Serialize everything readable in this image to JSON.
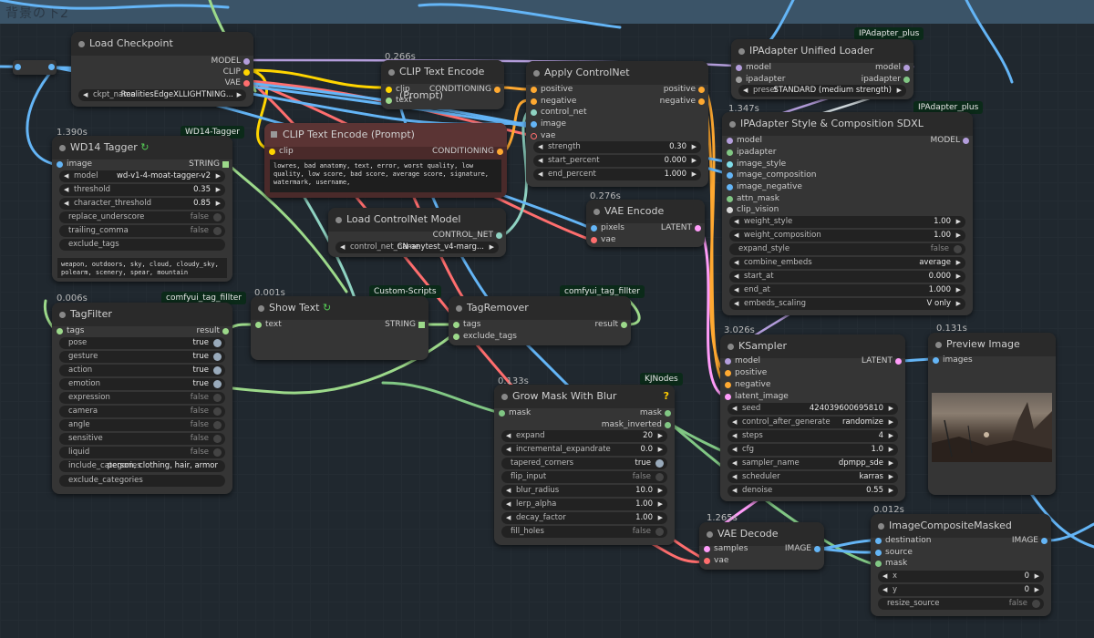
{
  "group": {
    "title": "背景の下2"
  },
  "nodes": {
    "load_checkpoint": {
      "title": "Load Checkpoint",
      "outputs": [
        "MODEL",
        "CLIP",
        "VAE"
      ],
      "ckpt_label": "ckpt_name",
      "ckpt_value": "RealitiesEdgeXLLIGHTNING..."
    },
    "clip_text_encode_1": {
      "time": "0.266s",
      "title": "CLIP Text Encode (Prompt)",
      "in_clip": "clip",
      "in_text": "text",
      "out": "CONDITIONING"
    },
    "clip_text_encode_2": {
      "title": "CLIP Text Encode (Prompt)",
      "in_clip": "clip",
      "out": "CONDITIONING",
      "text": "lowres, bad anatomy, text, error, worst quality, low quality, low score, bad score, average score, signature, watermark, username,"
    },
    "apply_controlnet": {
      "title": "Apply ControlNet",
      "inputs": [
        "positive",
        "negative",
        "control_net",
        "image",
        "vae"
      ],
      "outputs": [
        "positive",
        "negative"
      ],
      "widgets": [
        {
          "name": "strength",
          "value": "0.30"
        },
        {
          "name": "start_percent",
          "value": "0.000"
        },
        {
          "name": "end_percent",
          "value": "1.000"
        }
      ]
    },
    "ipadapter_loader": {
      "badge": "IPAdapter_plus",
      "title": "IPAdapter Unified Loader",
      "inputs": [
        "model",
        "ipadapter"
      ],
      "outputs": [
        "model",
        "ipadapter"
      ],
      "preset_label": "preset",
      "preset_value": "STANDARD (medium strength)"
    },
    "ipadapter_style": {
      "time": "1.347s",
      "badge": "IPAdapter_plus",
      "title": "IPAdapter Style & Composition SDXL",
      "inputs": [
        "model",
        "ipadapter",
        "image_style",
        "image_composition",
        "image_negative",
        "attn_mask",
        "clip_vision"
      ],
      "out": "MODEL",
      "widgets": [
        {
          "name": "weight_style",
          "value": "1.00"
        },
        {
          "name": "weight_composition",
          "value": "1.00"
        },
        {
          "name": "expand_style",
          "value": "false",
          "toggle": true
        },
        {
          "name": "combine_embeds",
          "value": "average"
        },
        {
          "name": "start_at",
          "value": "0.000"
        },
        {
          "name": "end_at",
          "value": "1.000"
        },
        {
          "name": "embeds_scaling",
          "value": "V only"
        }
      ]
    },
    "wd14_tagger": {
      "time": "1.390s",
      "badge": "WD14-Tagger",
      "title": "WD14 Tagger",
      "in_image": "image",
      "out": "STRING",
      "widgets": [
        {
          "name": "model",
          "value": "wd-v1-4-moat-tagger-v2"
        },
        {
          "name": "threshold",
          "value": "0.35"
        },
        {
          "name": "character_threshold",
          "value": "0.85"
        },
        {
          "name": "replace_underscore",
          "value": "false",
          "toggle": true
        },
        {
          "name": "trailing_comma",
          "value": "false",
          "toggle": true
        },
        {
          "name": "exclude_tags",
          "value": "",
          "text": true
        }
      ],
      "tags_text": "weapon, outdoors, sky, cloud, cloudy_sky, polearm, scenery, spear, mountain"
    },
    "load_controlnet": {
      "title": "Load ControlNet Model",
      "out": "CONTROL_NET",
      "name_label": "control_net_name",
      "name_value": "CN-anytest_v4-marg..."
    },
    "vae_encode": {
      "time": "0.276s",
      "title": "VAE Encode",
      "inputs": [
        "pixels",
        "vae"
      ],
      "out": "LATENT"
    },
    "tag_filter": {
      "time": "0.006s",
      "badge": "comfyui_tag_fillter",
      "title": "TagFilter",
      "in_tags": "tags",
      "out": "result",
      "widgets": [
        {
          "name": "pose",
          "value": "true",
          "on": true
        },
        {
          "name": "gesture",
          "value": "true",
          "on": true
        },
        {
          "name": "action",
          "value": "true",
          "on": true
        },
        {
          "name": "emotion",
          "value": "true",
          "on": true
        },
        {
          "name": "expression",
          "value": "false"
        },
        {
          "name": "camera",
          "value": "false"
        },
        {
          "name": "angle",
          "value": "false"
        },
        {
          "name": "sensitive",
          "value": "false"
        },
        {
          "name": "liquid",
          "value": "false"
        }
      ],
      "include_label": "include_categories",
      "include_value": "person, clothing, hair, armor",
      "exclude_label": "exclude_categories"
    },
    "show_text": {
      "time": "0.001s",
      "badge": "Custom-Scripts",
      "title": "Show Text",
      "in_text": "text",
      "out": "STRING"
    },
    "tag_remover": {
      "badge": "comfyui_tag_fillter",
      "title": "TagRemover",
      "inputs": [
        "tags",
        "exclude_tags"
      ],
      "out": "result"
    },
    "grow_mask": {
      "time": "0.133s",
      "badge": "KJNodes",
      "title": "Grow Mask With Blur",
      "in_mask": "mask",
      "outputs": [
        "mask",
        "mask_inverted"
      ],
      "widgets": [
        {
          "name": "expand",
          "value": "20"
        },
        {
          "name": "incremental_expandrate",
          "value": "0.0"
        },
        {
          "name": "tapered_corners",
          "value": "true",
          "toggle": true,
          "on": true
        },
        {
          "name": "flip_input",
          "value": "false",
          "toggle": true
        },
        {
          "name": "blur_radius",
          "value": "10.0"
        },
        {
          "name": "lerp_alpha",
          "value": "1.00"
        },
        {
          "name": "decay_factor",
          "value": "1.00"
        },
        {
          "name": "fill_holes",
          "value": "false",
          "toggle": true
        }
      ]
    },
    "ksampler": {
      "time": "3.026s",
      "title": "KSampler",
      "inputs": [
        "model",
        "positive",
        "negative",
        "latent_image"
      ],
      "out": "LATENT",
      "widgets": [
        {
          "name": "seed",
          "value": "424039600695810"
        },
        {
          "name": "control_after_generate",
          "value": "randomize"
        },
        {
          "name": "steps",
          "value": "4"
        },
        {
          "name": "cfg",
          "value": "1.0"
        },
        {
          "name": "sampler_name",
          "value": "dpmpp_sde"
        },
        {
          "name": "scheduler",
          "value": "karras"
        },
        {
          "name": "denoise",
          "value": "0.55"
        }
      ]
    },
    "preview_image": {
      "time": "0.131s",
      "title": "Preview Image",
      "in_images": "images"
    },
    "vae_decode": {
      "time": "1.265s",
      "title": "VAE Decode",
      "inputs": [
        "samples",
        "vae"
      ],
      "out": "IMAGE"
    },
    "image_composite": {
      "time": "0.012s",
      "title": "ImageCompositeMasked",
      "inputs": [
        "destination",
        "source",
        "mask"
      ],
      "out": "IMAGE",
      "widgets": [
        {
          "name": "x",
          "value": "0"
        },
        {
          "name": "y",
          "value": "0"
        },
        {
          "name": "resize_source",
          "value": "false",
          "toggle": true
        }
      ]
    }
  },
  "colors": {
    "model": "#b39ddb",
    "clip": "#ffd500",
    "vae": "#ff6e6e",
    "conditioning": "#ffa931",
    "string": "#9cd98a",
    "image": "#64b5f6",
    "latent": "#ff9cf9",
    "mask": "#81c784",
    "control_net": "#8fd3c2"
  }
}
